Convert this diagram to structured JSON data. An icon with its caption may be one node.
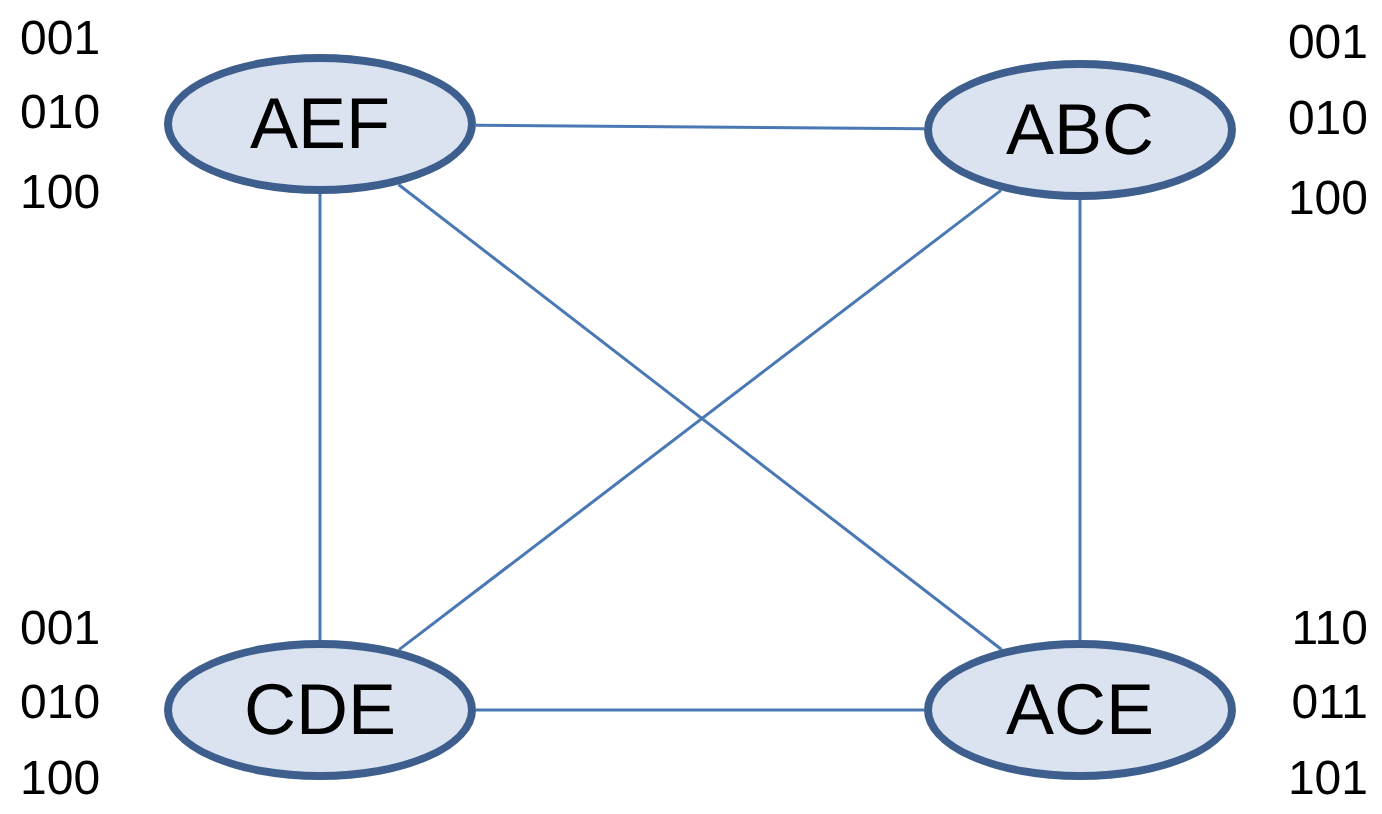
{
  "diagram": {
    "nodes": [
      {
        "text": [
          "AEF"
        ],
        "beside": [
          "001",
          "010",
          "100"
        ]
      },
      {
        "text": [
          "ABC"
        ],
        "beside": [
          "001",
          "010",
          "100"
        ]
      },
      {
        "text": [
          "CDE"
        ],
        "beside": [
          "001",
          "010",
          "100"
        ]
      },
      {
        "text": [
          "ACE"
        ],
        "beside": [
          "110",
          "011",
          "101"
        ]
      }
    ],
    "edges": [
      {
        "from": 0,
        "to": 1,
        "arrow": "none"
      },
      {
        "from": 0,
        "to": 2,
        "arrow": "none"
      },
      {
        "from": 0,
        "to": 3,
        "arrow": "none"
      },
      {
        "from": 1,
        "to": 2,
        "arrow": "none"
      },
      {
        "from": 1,
        "to": 3,
        "arrow": "none"
      },
      {
        "from": 2,
        "to": 3,
        "arrow": "none"
      }
    ]
  }
}
